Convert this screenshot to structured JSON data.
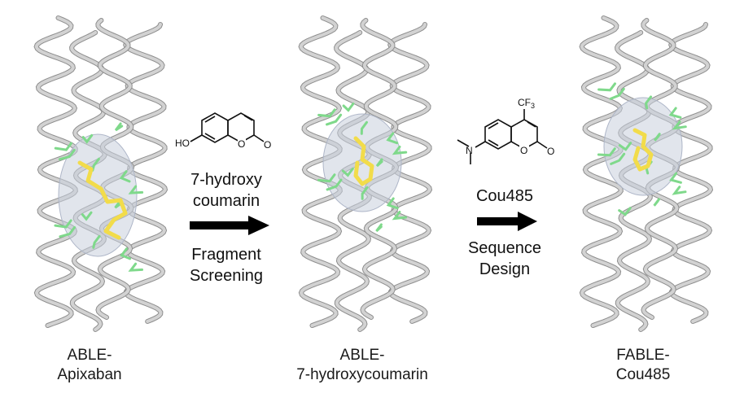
{
  "panels": [
    {
      "caption_line1": "ABLE-",
      "caption_line2": "Apixaban"
    },
    {
      "caption_line1": "ABLE-",
      "caption_line2": "7-hydroxycoumarin"
    },
    {
      "caption_line1": "FABLE-",
      "caption_line2": "Cou485"
    }
  ],
  "step1": {
    "ligand_line1": "7-hydroxy",
    "ligand_line2": "coumarin",
    "method_line1": "Fragment",
    "method_line2": "Screening",
    "atom_ho": "HO",
    "atom_o_ring": "O",
    "atom_o_carbonyl": "O"
  },
  "step2": {
    "ligand": "Cou485",
    "method_line1": "Sequence",
    "method_line2": "Design",
    "atom_cf": "CF",
    "atom_cf_sub": "3",
    "atom_n": "N",
    "atom_o_ring": "O",
    "atom_o_carbonyl": "O"
  },
  "colors": {
    "helix": "#d2d2d2",
    "helix_edge": "#8e8e8e",
    "sidechain": "#7fd98b",
    "ligand": "#f2dc4a",
    "pocket": "#c9cfdc",
    "arrow": "#000000"
  }
}
